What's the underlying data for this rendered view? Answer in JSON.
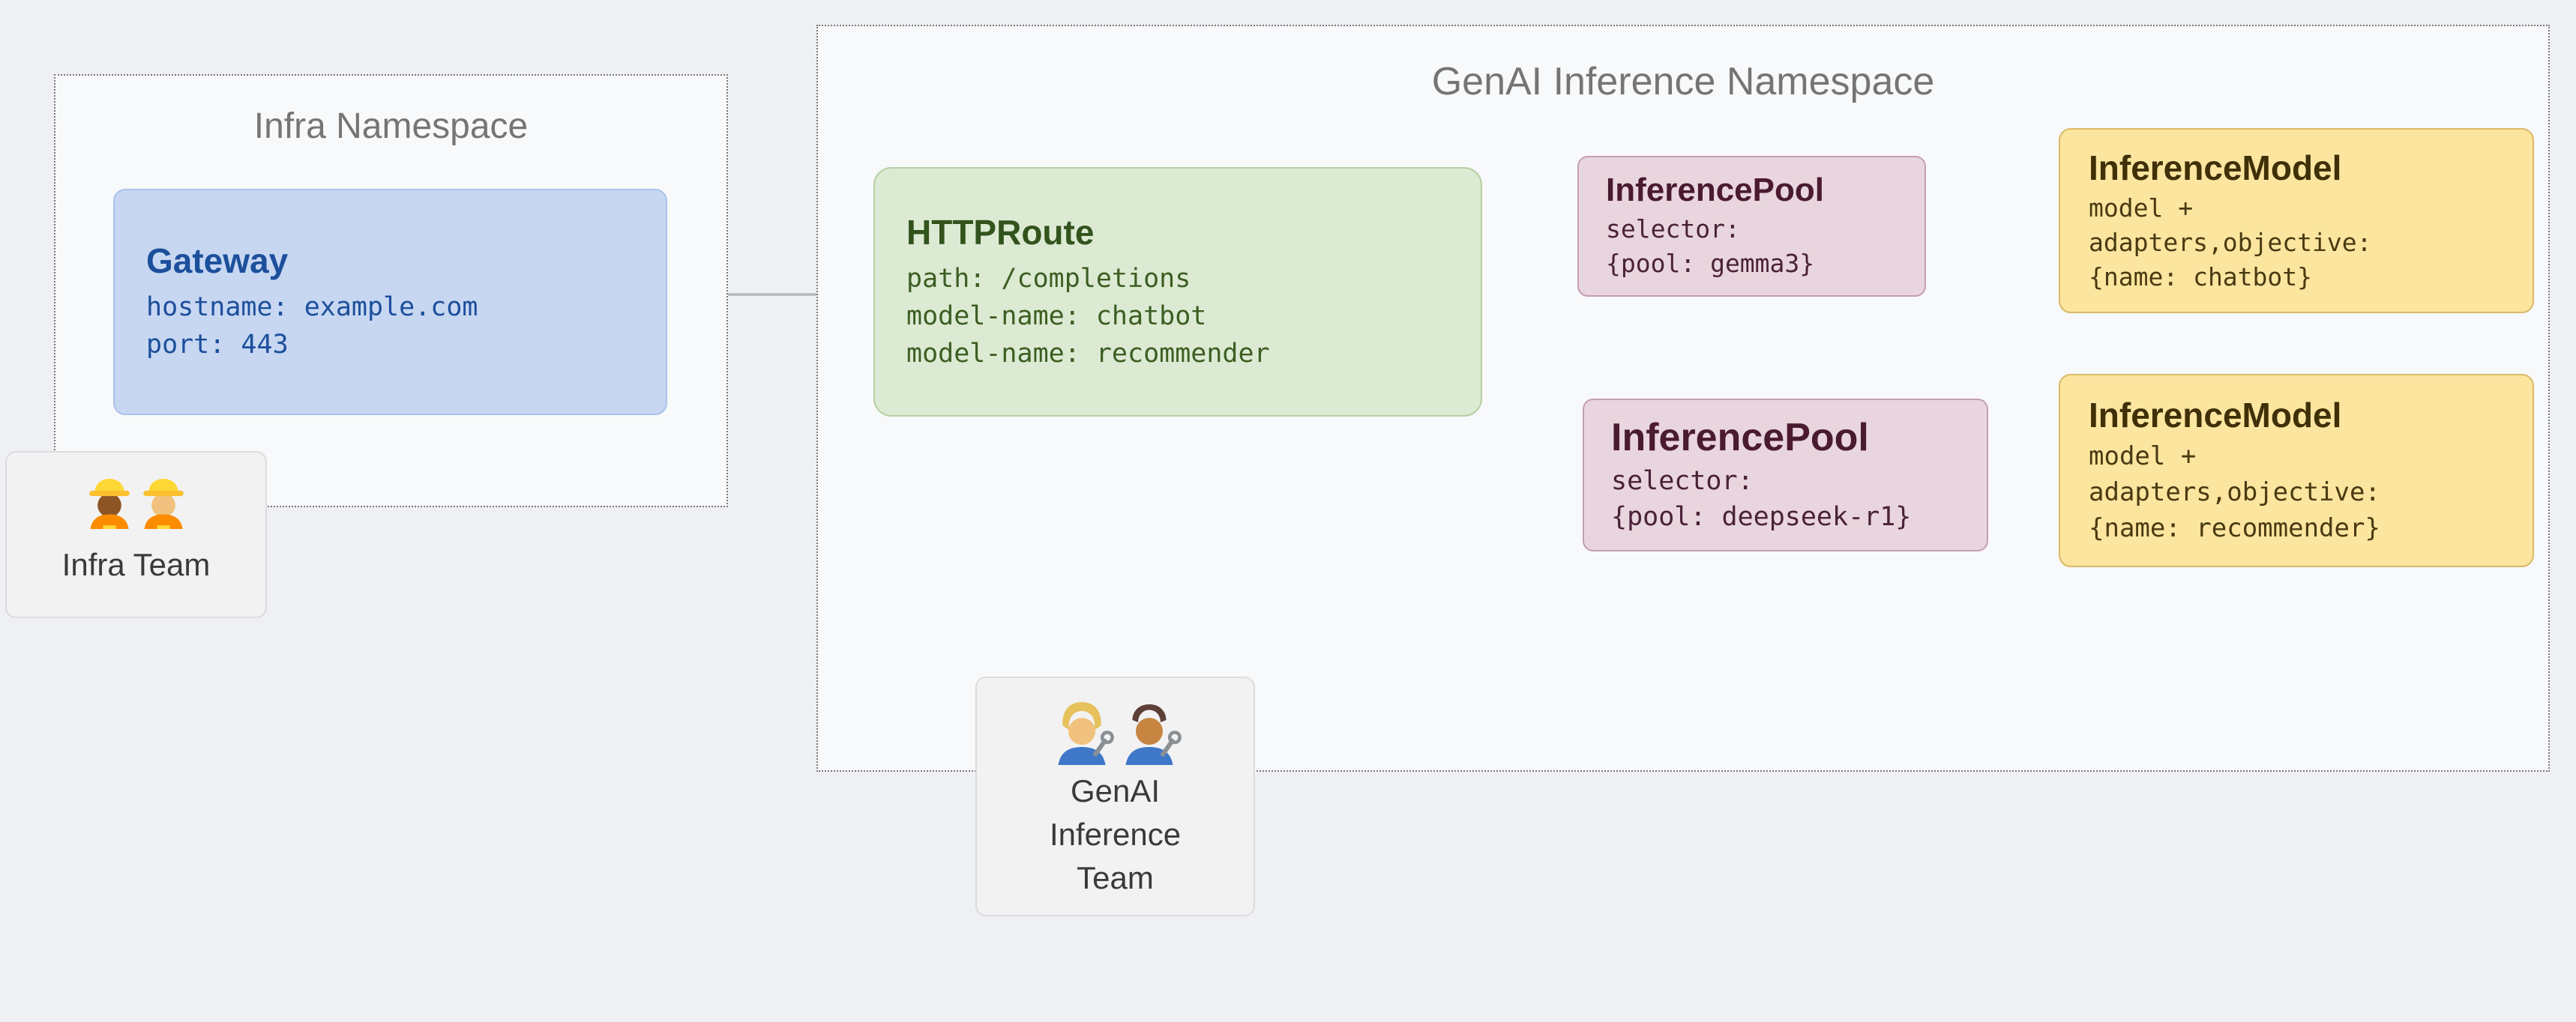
{
  "colors": {
    "background": "#eef0f3",
    "namespace_border": "#767676",
    "namespace_title": "#757575",
    "gateway_bg": "#c7d7f2",
    "gateway_text": "#1c4f9c",
    "httproute_bg": "#dcead3",
    "httproute_text": "#33531d",
    "pool_bg": "#e9d5dd",
    "pool_text": "#4a1b2f",
    "model_bg": "#fbe59f",
    "model_text": "#3f3008",
    "team_bg": "#f2f2f3",
    "arrow": "#b6b8ba"
  },
  "infra_namespace": {
    "title": "Infra Namespace",
    "gateway": {
      "title": "Gateway",
      "lines": [
        "hostname: example.com",
        "port: 443"
      ]
    }
  },
  "infra_team": {
    "label": "Infra Team",
    "icons": [
      "female-construction-worker-icon",
      "male-construction-worker-icon"
    ]
  },
  "genai_namespace": {
    "title": "GenAI Inference Namespace",
    "httproute": {
      "title": "HTTPRoute",
      "lines": [
        "path: /completions",
        "model-name: chatbot",
        "model-name: recommender"
      ]
    },
    "inference_pool_gemma": {
      "title": "InferencePool",
      "lines": [
        "selector:",
        "{pool: gemma3}"
      ]
    },
    "inference_pool_deepseek": {
      "title": "InferencePool",
      "lines": [
        "selector:",
        "{pool: deepseek-r1}"
      ]
    },
    "inference_model_chatbot": {
      "title": "InferenceModel",
      "lines": [
        "model +",
        "adapters,objective:",
        "{name: chatbot}"
      ]
    },
    "inference_model_recommender": {
      "title": "InferenceModel",
      "lines": [
        "model +",
        "adapters,objective:",
        "{name: recommender}"
      ]
    }
  },
  "genai_team": {
    "label_lines": [
      "GenAI",
      "Inference",
      "Team"
    ],
    "icons": [
      "female-mechanic-icon",
      "male-mechanic-icon"
    ]
  }
}
